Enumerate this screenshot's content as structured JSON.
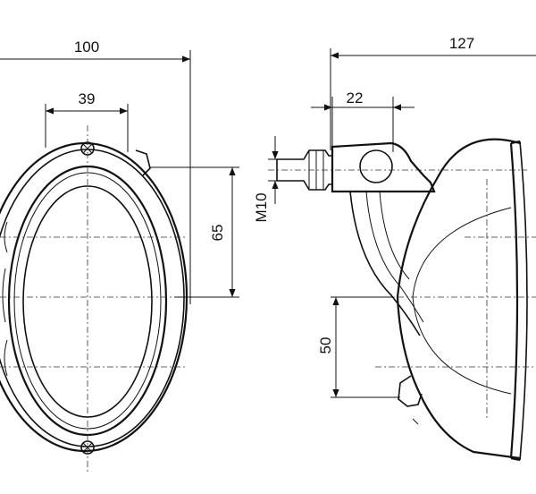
{
  "dimensions": {
    "overall_width": "100",
    "inner_width": "39",
    "height_ref": "65",
    "overall_depth": "127",
    "bracket_width": "22",
    "thread": "M10",
    "offset": "50"
  }
}
